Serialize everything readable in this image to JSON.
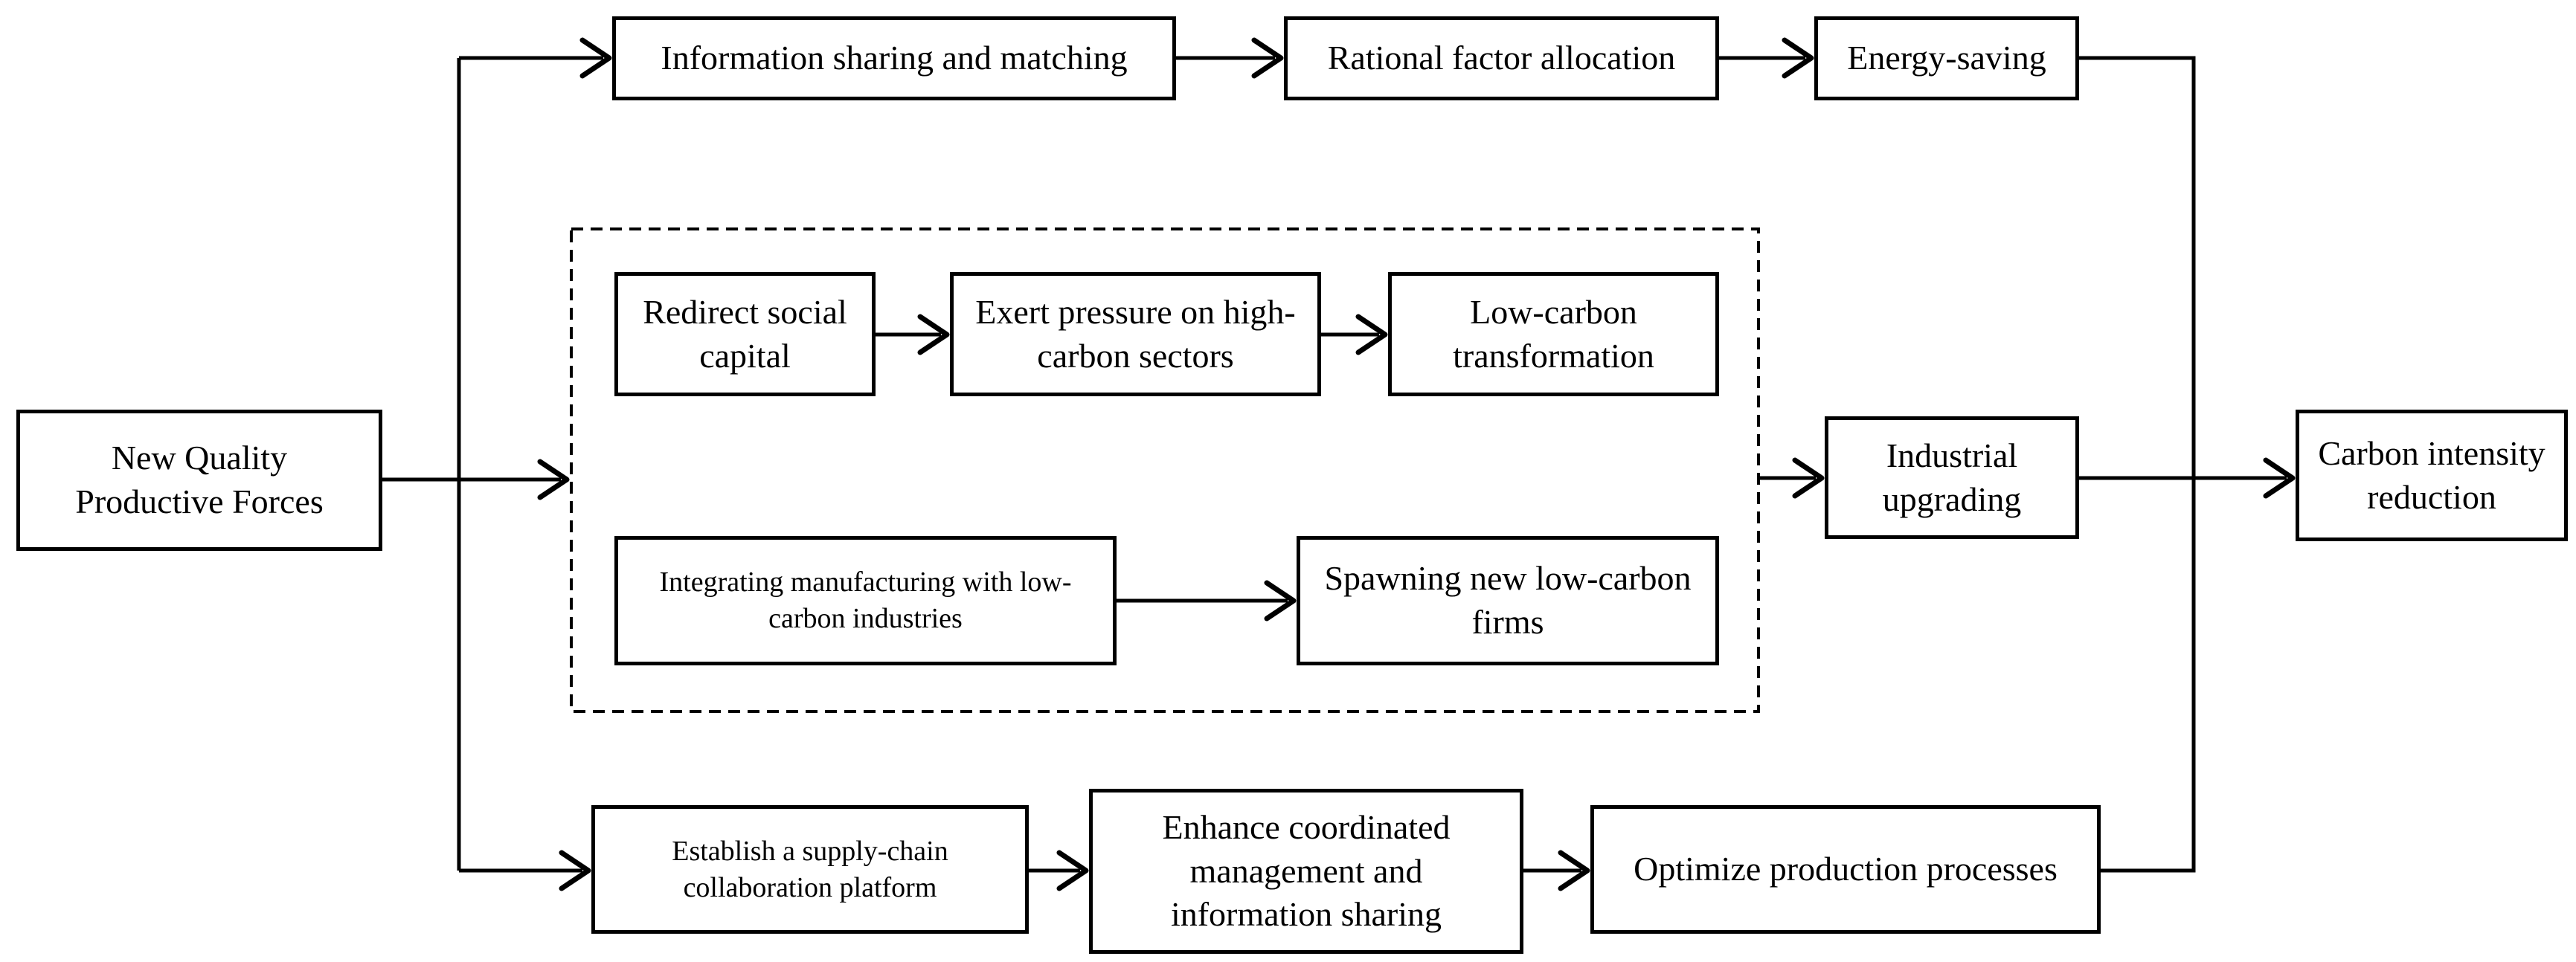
{
  "figure": {
    "background_color": "#ffffff",
    "line_color": "#000000",
    "nodes": {
      "source": {
        "lines": [
          "New Quality",
          "Productive Forces"
        ]
      },
      "info_sharing": {
        "lines": [
          "Information sharing and matching"
        ]
      },
      "rational_allocation": {
        "lines": [
          "Rational factor allocation"
        ]
      },
      "energy_saving": {
        "lines": [
          "Energy-saving"
        ]
      },
      "redirect_capital": {
        "lines": [
          "Redirect social",
          "capital"
        ]
      },
      "exert_pressure": {
        "lines": [
          "Exert pressure on high-",
          "carbon sectors"
        ]
      },
      "low_carbon_transformation": {
        "lines": [
          "Low-carbon",
          "transformation"
        ]
      },
      "integrating_manufacturing": {
        "lines": [
          "Integrating manufacturing with low-",
          "carbon industries"
        ]
      },
      "spawning_firms": {
        "lines": [
          "Spawning new low-carbon",
          "firms"
        ]
      },
      "industrial_upgrading": {
        "lines": [
          "Industrial",
          "upgrading"
        ]
      },
      "carbon_intensity_reduction": {
        "lines": [
          "Carbon intensity",
          "reduction"
        ]
      },
      "establish_platform": {
        "lines": [
          "Establish a supply-chain",
          "collaboration platform"
        ]
      },
      "enhance_management": {
        "lines": [
          "Enhance coordinated",
          "management and",
          "information sharing"
        ]
      },
      "optimize_processes": {
        "lines": [
          "Optimize production processes"
        ]
      }
    }
  }
}
